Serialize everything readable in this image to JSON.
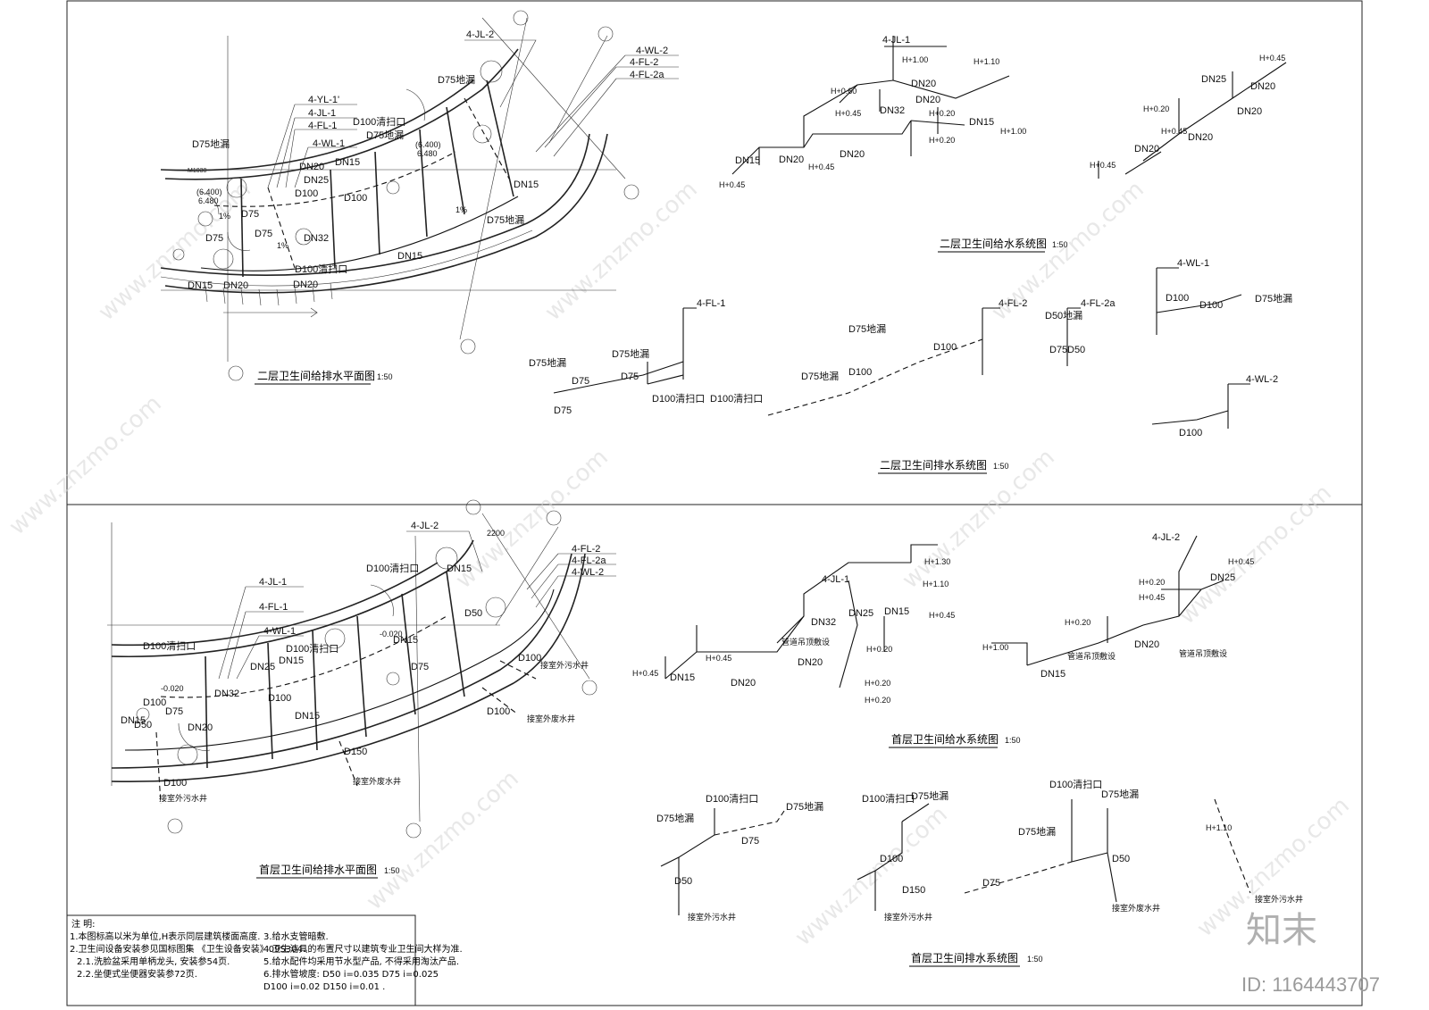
{
  "sheet": {
    "watermark_text": "www.znzmo.com",
    "logo_text": "知末",
    "id_text": "ID: 1164443707"
  },
  "titles": {
    "f2_plan": "二层卫生间给排水平面图",
    "f2_supply": "二层卫生间给水系统图",
    "f2_drain": "二层卫生间排水系统图",
    "f1_plan": "首层卫生间给排水平面图",
    "f1_supply": "首层卫生间给水系统图",
    "f1_drain": "首层卫生间排水系统图",
    "scale": "1:50"
  },
  "f2_plan_labels": {
    "jl2": "4-JL-2",
    "wl2": "4-WL-2",
    "fl2": "4-FL-2",
    "fl2a": "4-FL-2a",
    "yl1": "4-YL-1'",
    "jl1": "4-JL-1",
    "fl1": "4-FL-1",
    "wl1": "4-WL-1",
    "d75": "D75",
    "d75dl": "D75地漏",
    "d100": "D100",
    "d100qsk": "D100清扫口",
    "dn15": "DN15",
    "dn20": "DN20",
    "dn25": "DN25",
    "dn32": "DN32",
    "elev1": "(6.400)",
    "elev2": "6.480",
    "slope": "1%",
    "m1030": "M1030"
  },
  "f2_supply_labels": {
    "jl1": "4-JL-1",
    "h060": "H+0.60",
    "h045": "H+0.45",
    "h100": "H+1.00",
    "h110": "H+1.10",
    "h020": "H+0.20",
    "dn15": "DN15",
    "dn20": "DN20",
    "dn25": "DN25",
    "dn32": "DN32"
  },
  "f2_drain_labels": {
    "fl1": "4-FL-1",
    "fl2": "4-FL-2",
    "fl2a": "4-FL-2a",
    "wl1": "4-WL-1",
    "wl2": "4-WL-2",
    "d75dl": "D75地漏",
    "d75": "D75",
    "d100": "D100",
    "d50dl": "D50地漏",
    "d100qsk": "D100清扫口",
    "d50": "D50"
  },
  "f1_plan_labels": {
    "jl2": "4-JL-2",
    "fl2": "4-FL-2",
    "fl2a": "4-FL-2a",
    "wl2": "4-WL-2",
    "jl1": "4-JL-1",
    "fl1": "4-FL-1",
    "wl1": "4-WL-1",
    "d100qsk": "D100清扫口",
    "d100": "D100",
    "d150": "D150",
    "d75": "D75",
    "d50": "D50",
    "dn15": "DN15",
    "dn20": "DN20",
    "dn25": "DN25",
    "dn32": "DN32",
    "well1": "接室外污水井",
    "well2": "接室外废水井",
    "lvl": "-0.020",
    "dim": "2200"
  },
  "f1_supply_labels": {
    "jl1": "4-JL-1",
    "jl2": "4-JL-2",
    "h045": "H+0.45",
    "h020": "H+0.20",
    "h100": "H+1.00",
    "h110": "H+1.10",
    "h130": "H+1.30",
    "dn15": "DN15",
    "dn20": "DN20",
    "dn25": "DN25",
    "dn32": "DN32",
    "ceil": "管道吊顶敷设"
  },
  "f1_drain_labels": {
    "d100qsk": "D100清扫口",
    "d75dl": "D75地漏",
    "d75": "D75",
    "d50": "D50",
    "d100": "D100",
    "d150": "D150",
    "well1": "接室外污水井",
    "well2": "接室外废水井",
    "h110": "H+1.10"
  },
  "notes": {
    "heading": "注 明:",
    "n1": "1.本图标高以米为单位,H表示同层建筑楼面高度.",
    "n2": "2.卫生间设备安装参见国标图集 《卫生设备安装》09S304.",
    "n21": "2.1.洗脸盆采用单柄龙头, 安装参54页.",
    "n22": "2.2.坐便式坐便器安装参72页.",
    "n3": "3.给水支管暗敷.",
    "n4": "4.卫生洁具的布置尺寸以建筑专业卫生间大样为准.",
    "n5": "5.给水配件均采用节水型产品, 不得采用淘汰产品.",
    "n6": "6.排水管坡度: D50 i=0.035  D75 i=0.025",
    "n6b": "D100 i=0.02  D150 i=0.01 ."
  }
}
